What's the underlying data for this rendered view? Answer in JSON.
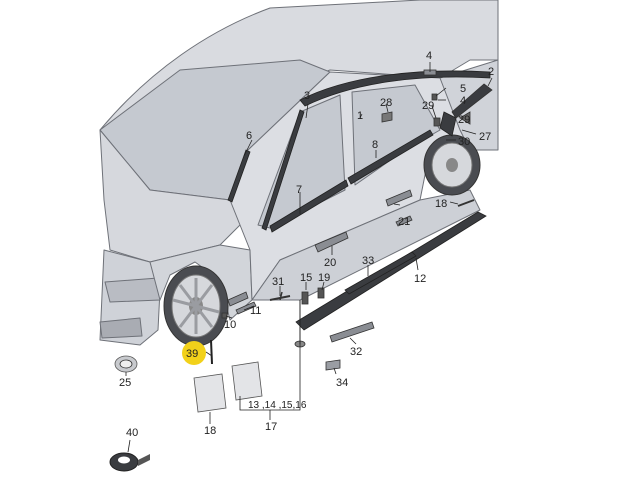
{
  "diagram": {
    "labels": {
      "l1": "1",
      "l2": "2",
      "l3": "3",
      "l4": "4",
      "l5": "5",
      "l6": "6",
      "l7": "7",
      "l8": "8",
      "l10": "10",
      "l11": "11",
      "l12": "12",
      "l15": "15",
      "l18a": "18",
      "l18b": "18",
      "l19": "19",
      "l20": "20",
      "l21": "21",
      "l25": "25",
      "l27": "27",
      "l28": "28",
      "l29a": "29",
      "l29b": "29",
      "l30": "30",
      "l31": "31",
      "l32": "32",
      "l33": "33",
      "l34": "34",
      "l39": "39",
      "l40": "40",
      "l13_16": "13 ,14 ,15,16",
      "l17": "17"
    },
    "colors": {
      "car_body": "#d9dbe0",
      "car_dark": "#b9bcc3",
      "glass": "#c5c9d0",
      "outline": "#6e7178",
      "part_dark": "#3a3c40",
      "part_mid": "#8a8d93",
      "highlight": "#f2d11a"
    }
  }
}
